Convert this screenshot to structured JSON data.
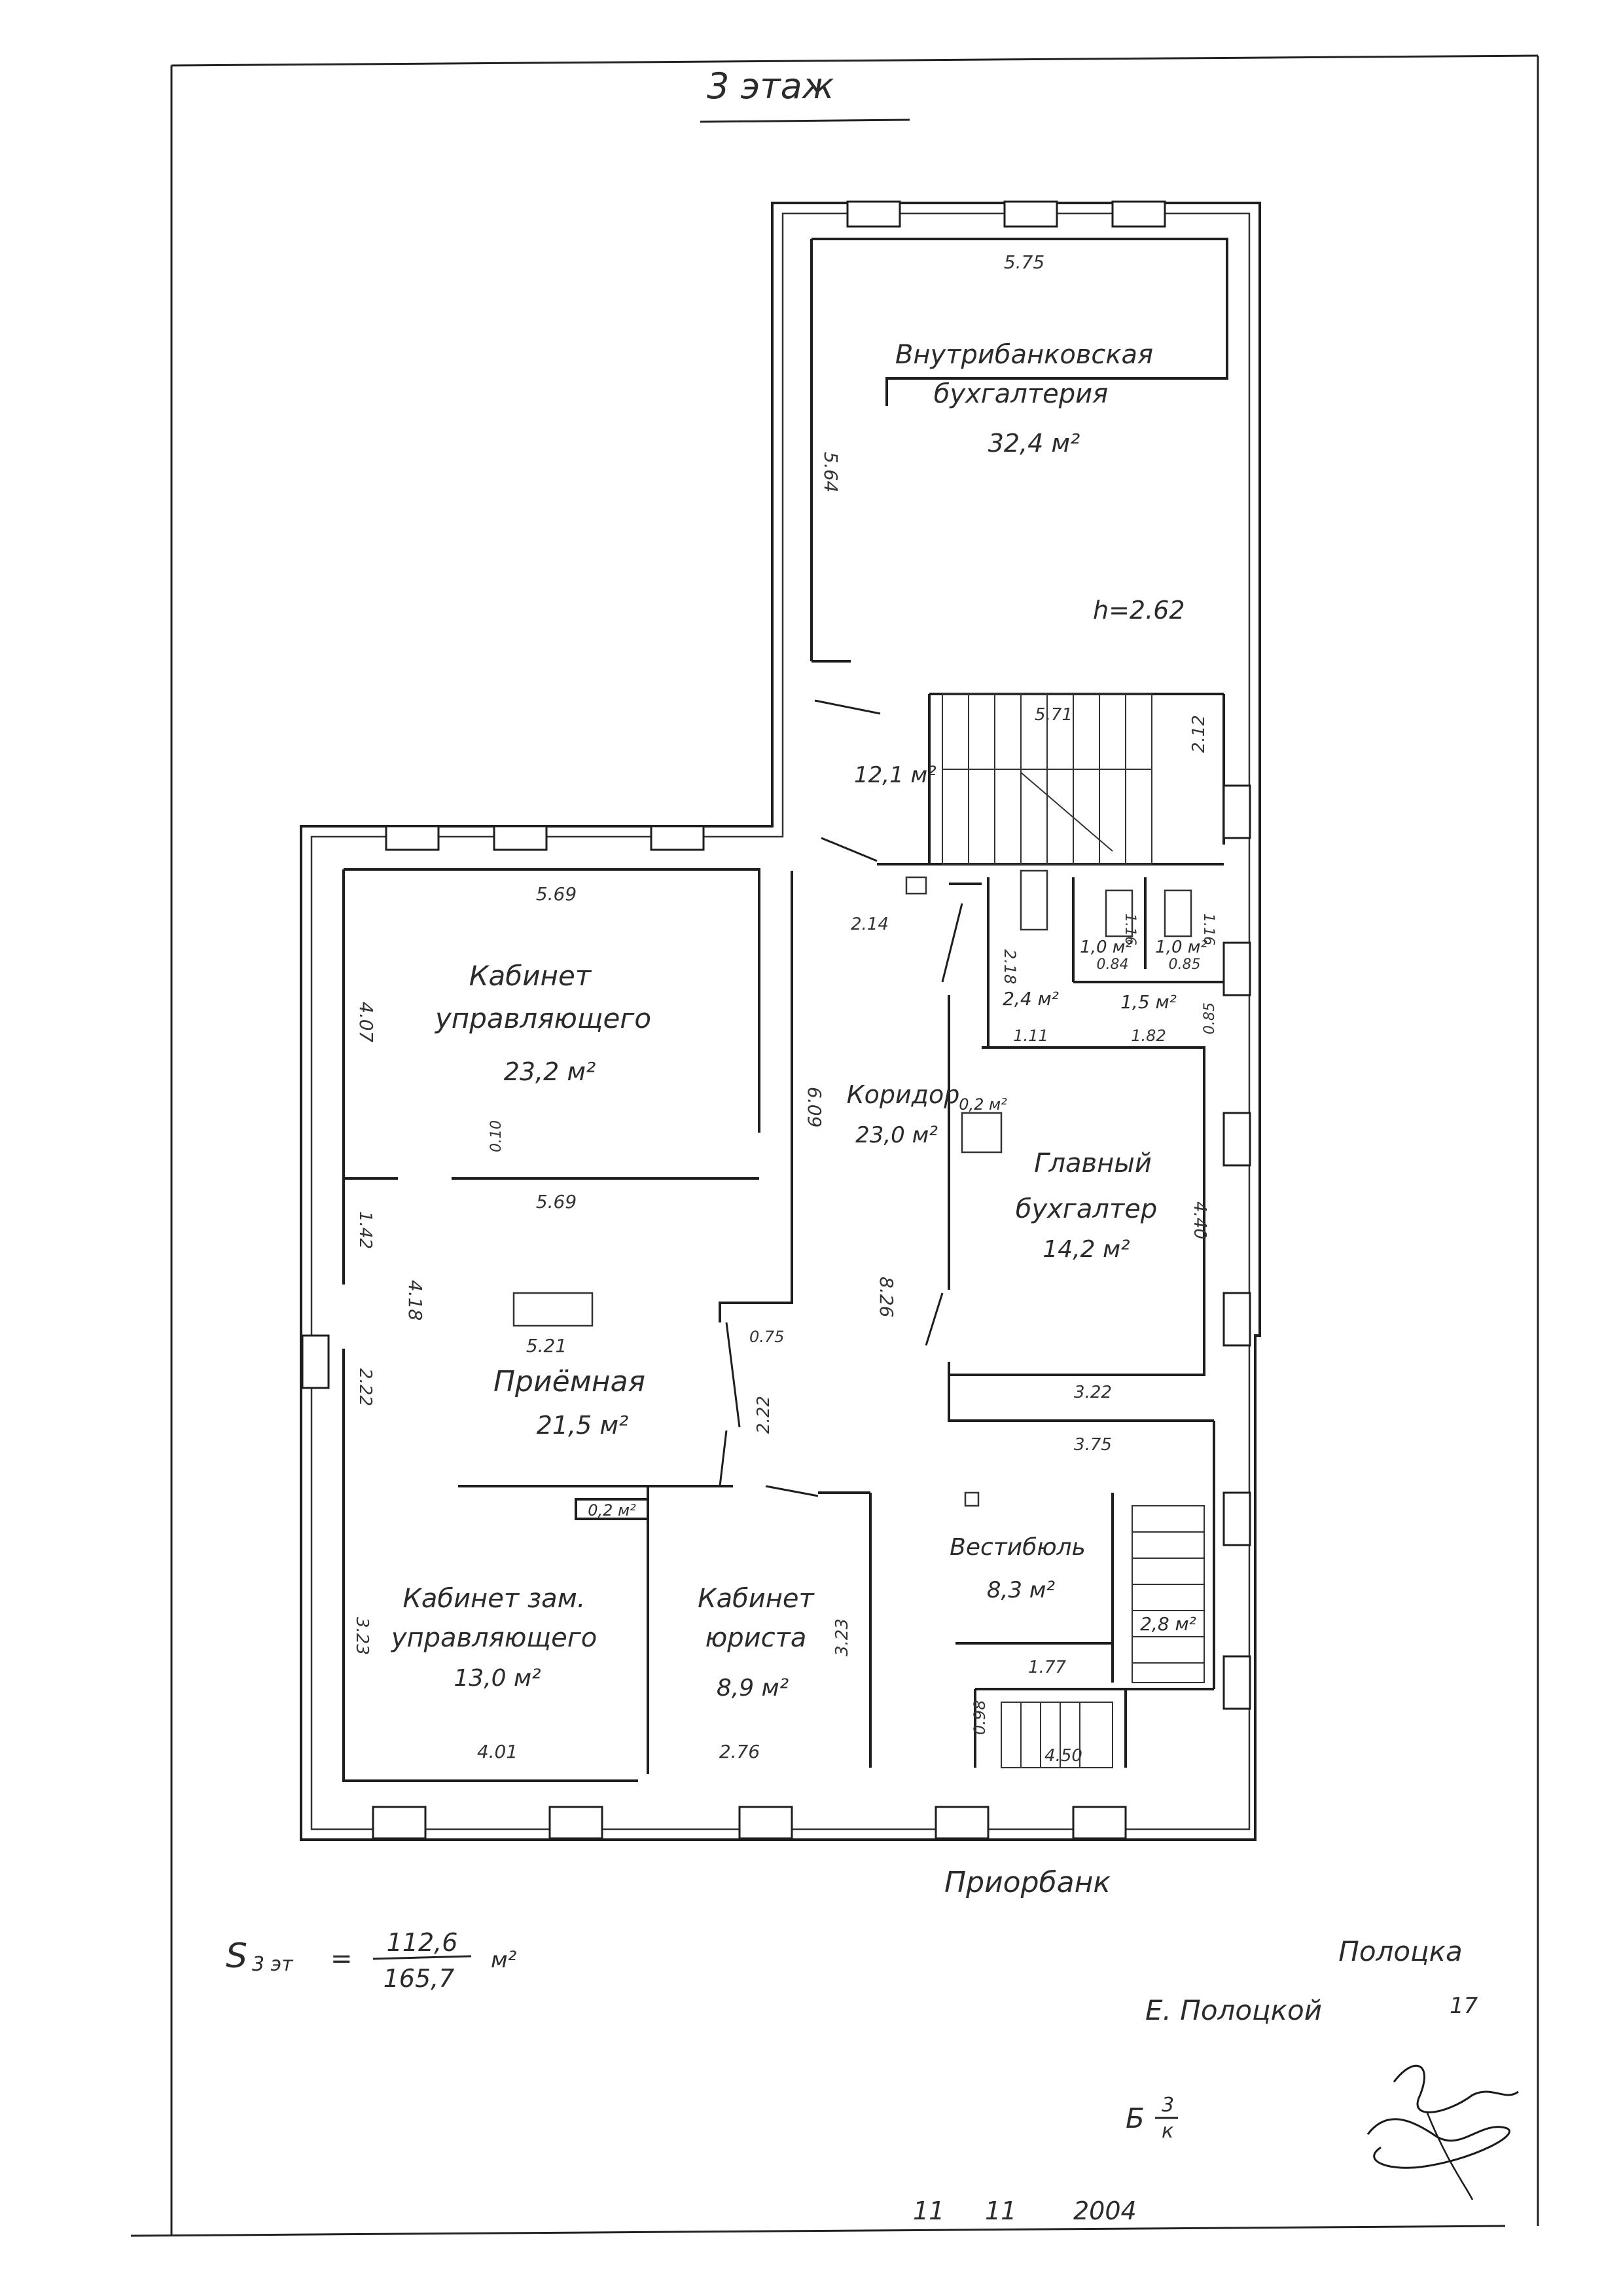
{
  "floor_title": "3 этаж",
  "rooms": {
    "accounting": {
      "name_line1": "Внутрибанковская",
      "name_line2": "бухгалтерия",
      "area": "32,4 м²",
      "height": "h=2.62"
    },
    "manager": {
      "name_line1": "Кабинет",
      "name_line2": "управляющего",
      "area": "23,2 м²"
    },
    "reception": {
      "name": "Приёмная",
      "area": "21,5 м²"
    },
    "deputy": {
      "name_line1": "Кабинет зам.",
      "name_line2": "управляющего",
      "area": "13,0 м²"
    },
    "lawyer": {
      "name_line1": "Кабинет",
      "name_line2": "юриста",
      "area": "8,9 м²"
    },
    "corridor": {
      "name": "Коридор",
      "area": "23,0 м²"
    },
    "chief": {
      "name_line1": "Главный",
      "name_line2": "бухгалтер",
      "area": "14,2 м²"
    },
    "vestibule": {
      "name": "Вестибюль",
      "area": "8,3 м²"
    },
    "stair_hall": {
      "area": "12,1 м²"
    },
    "wc1": {
      "area": "1,0 м²"
    },
    "wc2": {
      "area": "1,0 м²"
    },
    "washroom": {
      "area": "2,4 м²"
    },
    "lobby_small": {
      "area": "1,5 м²"
    },
    "closet_corridor": {
      "area": "0,2 м²"
    },
    "closet_reception": {
      "area": "0,2 м²"
    },
    "stair2": {
      "area": "2,8 м²"
    }
  },
  "dimensions": {
    "acc_w": "5.75",
    "acc_h": "5.64",
    "stair_w": "5.71",
    "stair_h": "2.12",
    "man_w": "5.69",
    "man_h": "4.07",
    "man_w2": "5.69",
    "door_gap": "0.10",
    "rec_h": "4.18",
    "rec_w": "5.21",
    "rec_left": "1.42",
    "rec_left2": "2.22",
    "rec_right": "2.22",
    "rec_right2": "0.75",
    "dep_h": "3.23",
    "dep_w": "4.01",
    "law_w": "2.76",
    "law_h": "3.23",
    "cor_top": "2.14",
    "cor_h": "6.09",
    "cor_h2": "8.26",
    "wash_h": "2.18",
    "wash_w": "1.11",
    "wc_w1": "1.16",
    "wc_d1": "0.84",
    "wc_w2": "1.16",
    "wc_d2": "0.85",
    "lob_w": "1.82",
    "lob_h": "0.85",
    "chief_h": "4.40",
    "chief_w": "3.22",
    "vest_w": "3.75",
    "vest_w2": "1.77",
    "stair2_w": "4.50",
    "stair2_h": "0.98"
  },
  "building_name": "Приорбанк",
  "area_formula": {
    "label": "S",
    "sub": "3 эт",
    "eq": "=",
    "num": "112,6",
    "den": "165,7",
    "unit": "м²"
  },
  "address": {
    "city": "Полоцка",
    "street": "Е. Полоцкой",
    "house": "17"
  },
  "sheet": {
    "letter": "Б",
    "num": "3",
    "den": "к"
  },
  "date": {
    "day": "11",
    "month": "11",
    "year": "2004"
  }
}
